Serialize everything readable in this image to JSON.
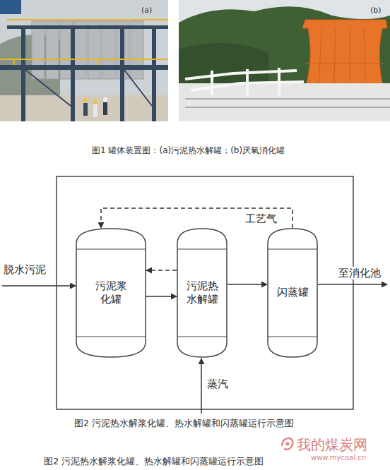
{
  "diagram": {
    "caption": "图2 污泥热水解浆化罐、热水解罐和闪蒸罐运行示意图",
    "nodes": [
      {
        "text": [
          "污泥浆化罐"
        ]
      },
      {
        "text": [
          "污泥热水解罐"
        ]
      },
      {
        "text": [
          "闪蒸罐"
        ]
      }
    ],
    "edges": [
      {
        "from": 0,
        "to": 1,
        "arrow": "to"
      },
      {
        "from": 1,
        "to": 0,
        "arrow": "to"
      },
      {
        "from": 1,
        "to": 2,
        "arrow": "to"
      },
      {
        "from": 2,
        "to": 0,
        "arrow": "to",
        "label": "工艺气"
      }
    ],
    "labels": [
      "(a)",
      "(b)",
      "图1 罐体装置图：(a)污泥热水解罐；(b)厌氧消化罐",
      "脱水污泥",
      "蒸汽",
      "至消化池",
      "图2 污泥热水解浆化罐、热水解罐和闪蒸罐运行示意图",
      "我的煤炭网",
      "www.mycoal.cn"
    ]
  }
}
